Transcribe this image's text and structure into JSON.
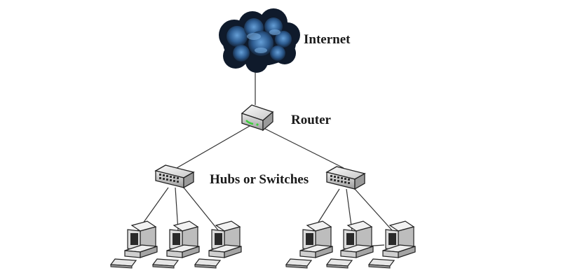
{
  "labels": {
    "internet": "Internet",
    "router": "Router",
    "hubs": "Hubs or Switches"
  },
  "colors": {
    "cloud_dark": "#0f1a2b",
    "cloud_light": "#4f8fcf",
    "device_face": "#d9d9d9",
    "device_top": "#f0f0f0",
    "device_side": "#a8a8a8",
    "led_green": "#3ad13a",
    "line": "#333333"
  },
  "icons": {
    "cloud": "cloud-icon",
    "router": "router-icon",
    "switch": "switch-icon",
    "computer": "desktop-computer-icon"
  }
}
